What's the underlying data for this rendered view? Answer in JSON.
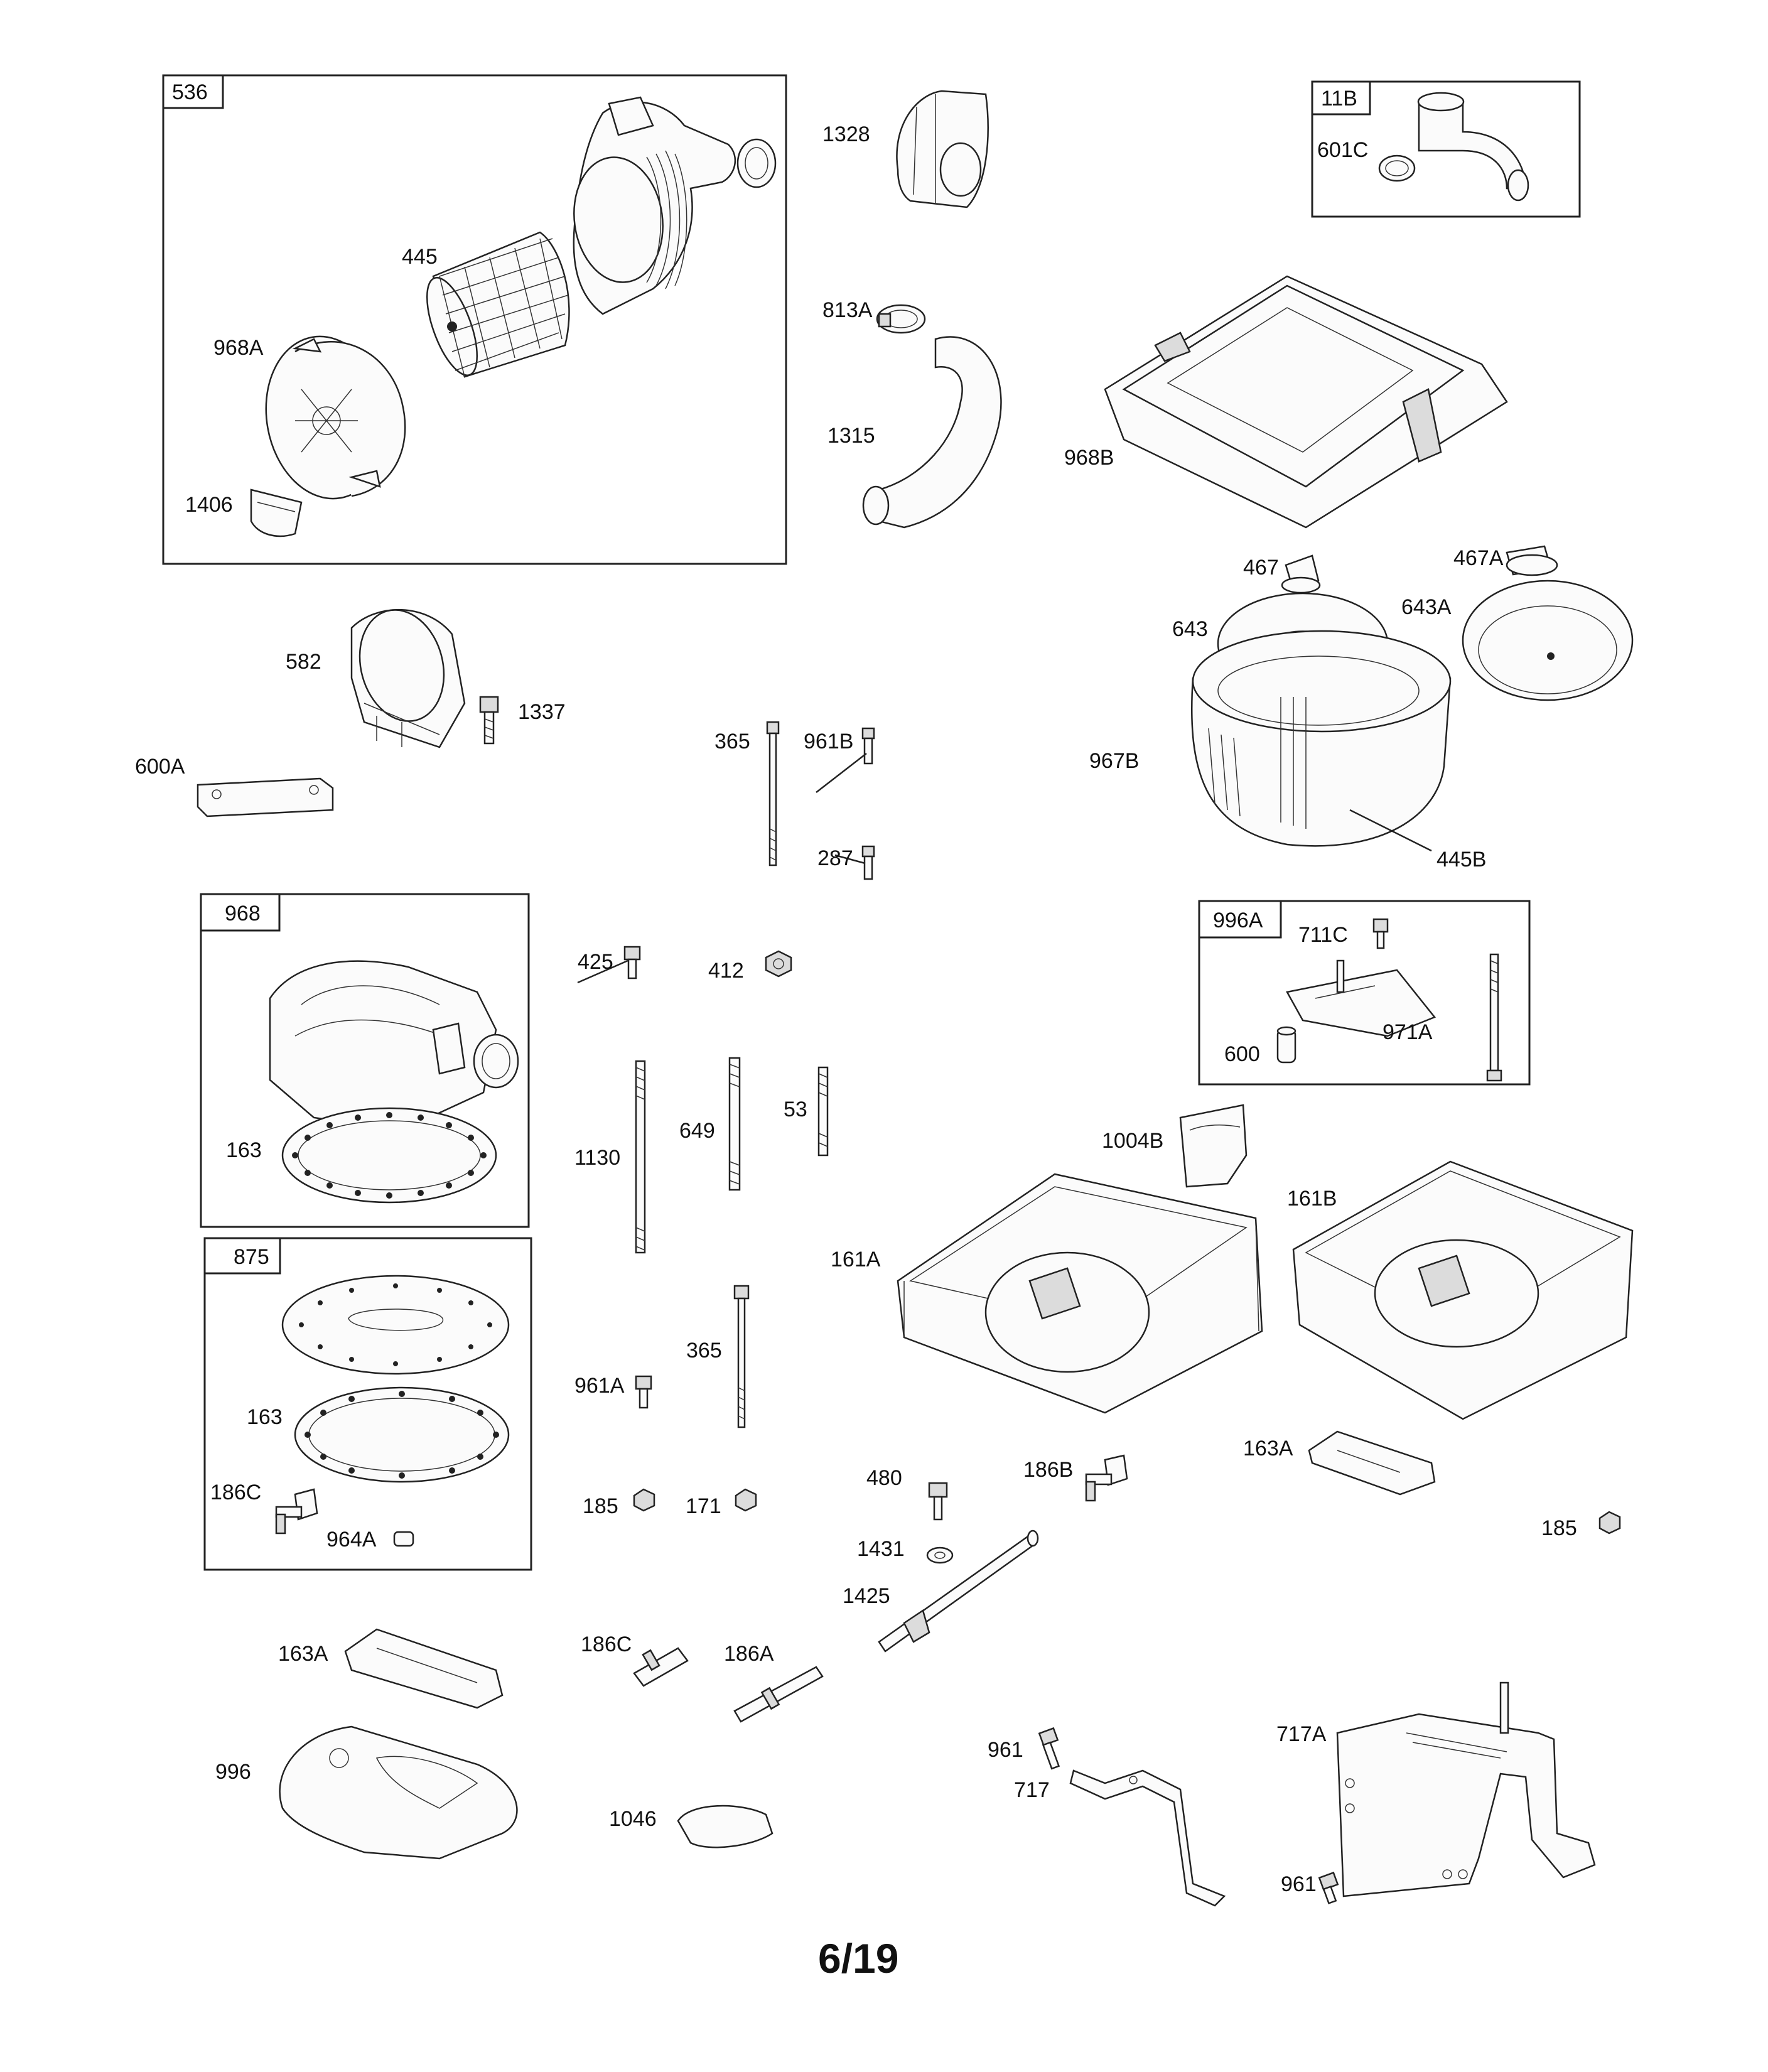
{
  "page_number": "6/19",
  "groups": [
    {
      "label": "536"
    },
    {
      "label": "11B"
    },
    {
      "label": "968"
    },
    {
      "label": "875"
    },
    {
      "label": "996A"
    }
  ],
  "parts": {
    "p536": "536",
    "p445": "445",
    "p968A": "968A",
    "p1406": "1406",
    "p1328": "1328",
    "p813A": "813A",
    "p1315": "1315",
    "p11B": "11B",
    "p601C": "601C",
    "p968B": "968B",
    "p467": "467",
    "p467A": "467A",
    "p643": "643",
    "p643A": "643A",
    "p967B": "967B",
    "p445B": "445B",
    "p582": "582",
    "p1337": "1337",
    "p600A": "600A",
    "p365_top": "365",
    "p961B": "961B",
    "p287": "287",
    "p968": "968",
    "p163_968": "163",
    "p425": "425",
    "p412": "412",
    "p1130": "1130",
    "p649": "649",
    "p53": "53",
    "p996A": "996A",
    "p711C": "711C",
    "p600": "600",
    "p971A": "971A",
    "p1004B": "1004B",
    "p161A": "161A",
    "p161B": "161B",
    "p875": "875",
    "p163_875": "163",
    "p186C_875": "186C",
    "p964A": "964A",
    "p961A": "961A",
    "p365_mid": "365",
    "p185_left": "185",
    "p171": "171",
    "p480": "480",
    "p1431": "1431",
    "p1425": "1425",
    "p186B": "186B",
    "p163A_right": "163A",
    "p185_right": "185",
    "p163A_left": "163A",
    "p186C_bottom": "186C",
    "p186A": "186A",
    "p996": "996",
    "p1046": "1046",
    "p961_top": "961",
    "p717": "717",
    "p717A": "717A",
    "p961_bottom": "961"
  }
}
